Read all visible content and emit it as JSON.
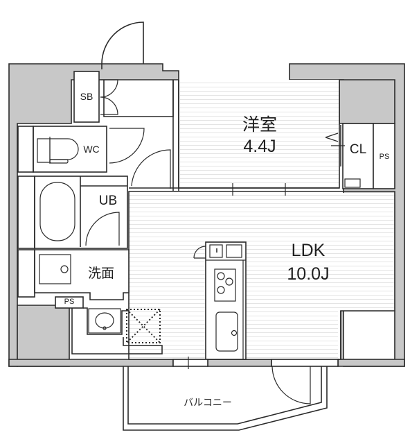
{
  "floor_plan": {
    "rooms": {
      "western_room": {
        "name": "洋室",
        "size": "4.4J"
      },
      "ldk": {
        "name": "LDK",
        "size": "10.0J"
      },
      "unit_bath": {
        "name": "UB"
      },
      "washroom": {
        "name": "洗面"
      },
      "toilet": {
        "name": "WC"
      },
      "shoe_box": {
        "name": "SB"
      },
      "closet": {
        "name": "CL"
      },
      "pipe_space_right": {
        "name": "PS"
      },
      "pipe_space_left": {
        "name": "PS"
      },
      "balcony": {
        "name": "バルコニー"
      }
    },
    "colors": {
      "wall_fill": "#c8c8c8",
      "line": "#2a2a2a",
      "floor_stripe": "#e6e6e6",
      "background": "#ffffff"
    }
  }
}
